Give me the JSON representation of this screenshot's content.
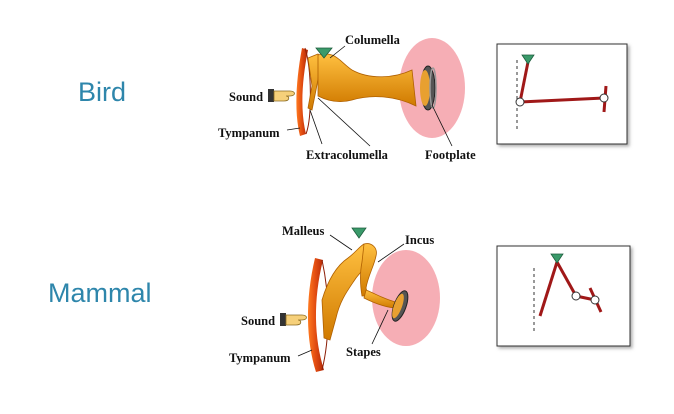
{
  "species": {
    "bird": "Bird",
    "mammal": "Mammal"
  },
  "bird_labels": {
    "columella": "Columella",
    "sound": "Sound",
    "tympanum": "Tympanum",
    "extracolumella": "Extracolumella",
    "footplate": "Footplate"
  },
  "mammal_labels": {
    "malleus": "Malleus",
    "incus": "Incus",
    "sound": "Sound",
    "stapes": "Stapes",
    "tympanum": "Tympanum"
  },
  "colors": {
    "species_text": "#2e86ab",
    "bone": "#f0a020",
    "bone_dark": "#c06a00",
    "tympanum": "#e04a10",
    "oval_window": "#f5a0a8",
    "lever": "#a01818",
    "pivot": "#3a9a6a"
  }
}
